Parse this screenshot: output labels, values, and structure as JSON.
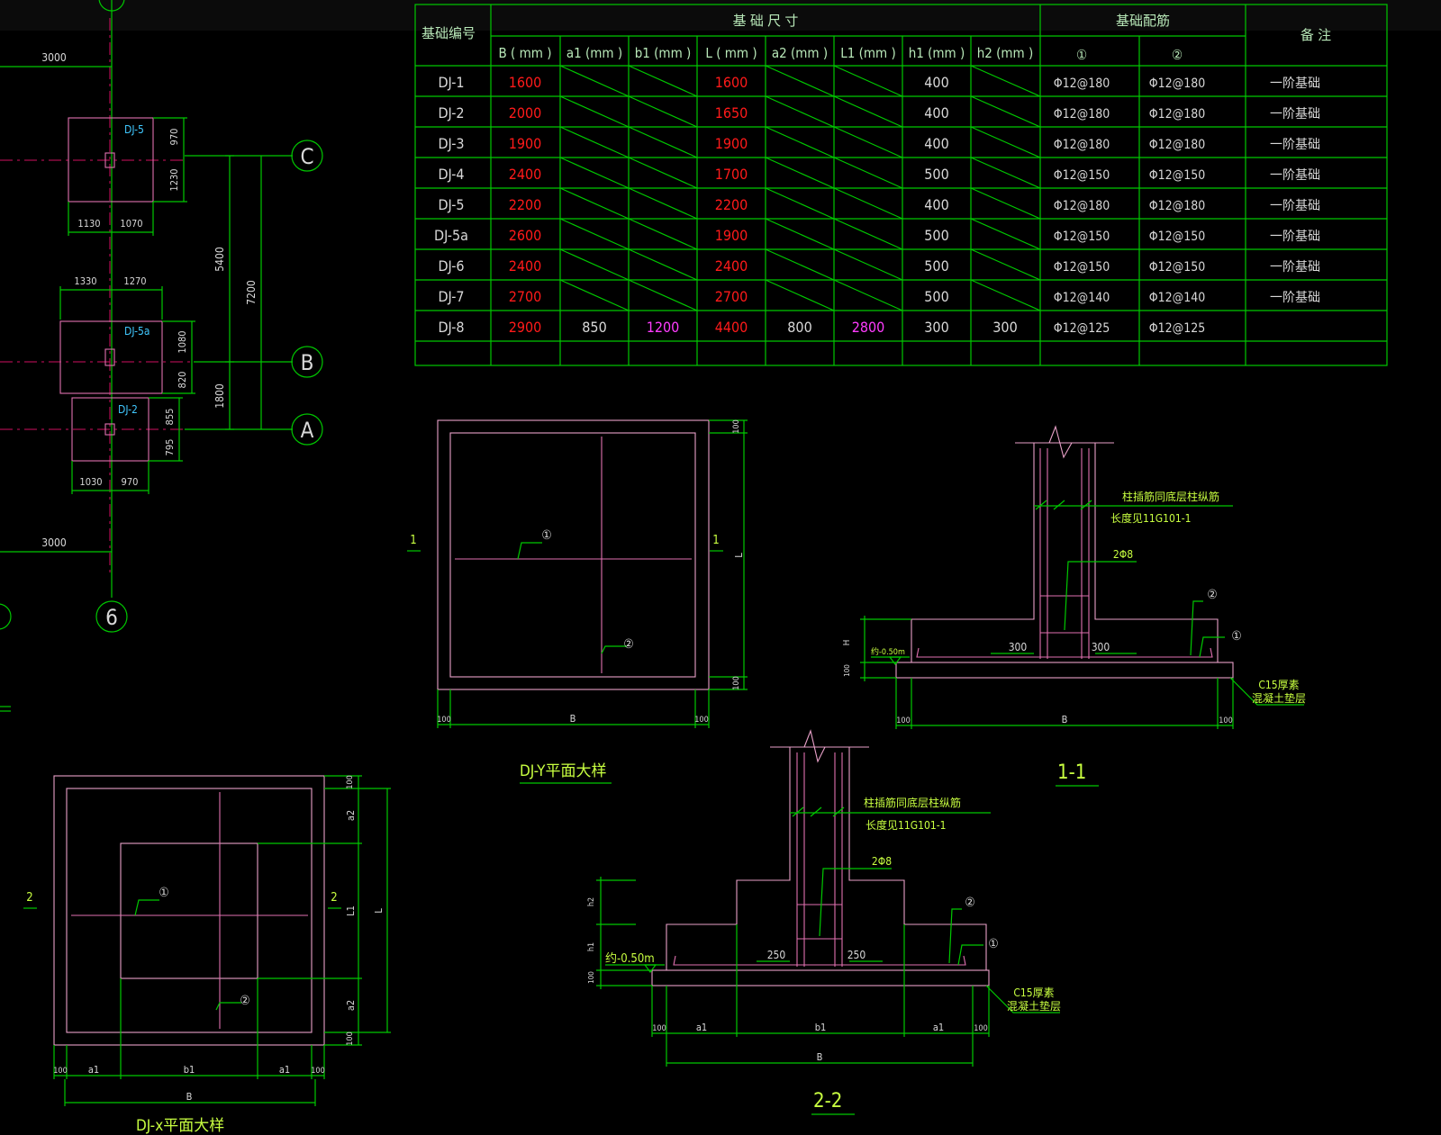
{
  "table": {
    "header_id": "基础编号",
    "header_size": "基 础 尺 寸",
    "header_rebar": "基础配筋",
    "header_note": "备 注",
    "columns": [
      "B ( mm )",
      "a1 (mm )",
      "b1 (mm )",
      "L ( mm )",
      "a2 (mm )",
      "L1 (mm )",
      "h1 (mm )",
      "h2 (mm )",
      "①",
      "②"
    ],
    "rows": [
      {
        "id": "DJ-1",
        "B": "1600",
        "a1": "",
        "b1": "",
        "L": "1600",
        "a2": "",
        "L1": "",
        "h1": "400",
        "h2": "",
        "r1": "Φ12@180",
        "r2": "Φ12@180",
        "note": "一阶基础"
      },
      {
        "id": "DJ-2",
        "B": "2000",
        "a1": "",
        "b1": "",
        "L": "1650",
        "a2": "",
        "L1": "",
        "h1": "400",
        "h2": "",
        "r1": "Φ12@180",
        "r2": "Φ12@180",
        "note": "一阶基础"
      },
      {
        "id": "DJ-3",
        "B": "1900",
        "a1": "",
        "b1": "",
        "L": "1900",
        "a2": "",
        "L1": "",
        "h1": "400",
        "h2": "",
        "r1": "Φ12@180",
        "r2": "Φ12@180",
        "note": "一阶基础"
      },
      {
        "id": "DJ-4",
        "B": "2400",
        "a1": "",
        "b1": "",
        "L": "1700",
        "a2": "",
        "L1": "",
        "h1": "500",
        "h2": "",
        "r1": "Φ12@150",
        "r2": "Φ12@150",
        "note": "一阶基础"
      },
      {
        "id": "DJ-5",
        "B": "2200",
        "a1": "",
        "b1": "",
        "L": "2200",
        "a2": "",
        "L1": "",
        "h1": "400",
        "h2": "",
        "r1": "Φ12@180",
        "r2": "Φ12@180",
        "note": "一阶基础"
      },
      {
        "id": "DJ-5a",
        "B": "2600",
        "a1": "",
        "b1": "",
        "L": "1900",
        "a2": "",
        "L1": "",
        "h1": "500",
        "h2": "",
        "r1": "Φ12@150",
        "r2": "Φ12@150",
        "note": "一阶基础"
      },
      {
        "id": "DJ-6",
        "B": "2400",
        "a1": "",
        "b1": "",
        "L": "2400",
        "a2": "",
        "L1": "",
        "h1": "500",
        "h2": "",
        "r1": "Φ12@150",
        "r2": "Φ12@150",
        "note": "一阶基础"
      },
      {
        "id": "DJ-7",
        "B": "2700",
        "a1": "",
        "b1": "",
        "L": "2700",
        "a2": "",
        "L1": "",
        "h1": "500",
        "h2": "",
        "r1": "Φ12@140",
        "r2": "Φ12@140",
        "note": "一阶基础"
      },
      {
        "id": "DJ-8",
        "B": "2900",
        "a1": "850",
        "b1": "1200",
        "L": "4400",
        "a2": "800",
        "L1": "2800",
        "h1": "300",
        "h2": "300",
        "r1": "Φ12@125",
        "r2": "Φ12@125",
        "note": ""
      }
    ]
  },
  "plan": {
    "axes": {
      "c": "C",
      "b": "B",
      "a": "A",
      "six": "6"
    },
    "dims": {
      "top_span": "3000",
      "bottom_span": "3000",
      "span_cb": "5400",
      "span_ca": "7200",
      "span_ba": "1800",
      "dj5_w1": "1130",
      "dj5_w2": "1070",
      "dj5_h1": "970",
      "dj5_h2": "1230",
      "dj5a_w1": "1330",
      "dj5a_w2": "1270",
      "dj5a_h1": "1080",
      "dj5a_h2": "820",
      "dj2_w1": "1030",
      "dj2_w2": "970",
      "dj2_h1": "855",
      "dj2_h2": "795"
    },
    "labels": {
      "dj5": "DJ-5",
      "dj5a": "DJ-5a",
      "dj2": "DJ-2"
    }
  },
  "djy": {
    "title": "DJ-Y平面大样",
    "cut": "1",
    "edge": "100",
    "b": "B",
    "l": "L",
    "m1": "①",
    "m2": "②"
  },
  "djx": {
    "title": "DJ-x平面大样",
    "cut": "2",
    "edge": "100",
    "a1": "a1",
    "b1": "b1",
    "a2": "a2",
    "l1": "L1",
    "b": "B",
    "l": "L",
    "m1": "①",
    "m2": "②"
  },
  "sec1": {
    "title": "1-1",
    "note1": "柱插筋同底层柱纵筋",
    "note2": "长度见11G101-1",
    "stirrup": "2Φ8",
    "m1": "①",
    "m2": "②",
    "dim_left": "300",
    "dim_right": "300",
    "elev": "约-0.50m",
    "h": "H",
    "pad": "100",
    "c15a": "C15厚素",
    "c15b": "混凝土垫层",
    "edge": "100",
    "b": "B"
  },
  "sec2": {
    "title": "2-2",
    "note1": "柱插筋同底层柱纵筋",
    "note2": "长度见11G101-1",
    "stirrup": "2Φ8",
    "m1": "①",
    "m2": "②",
    "dim_left": "250",
    "dim_right": "250",
    "elev": "约-0.50m",
    "h1": "h1",
    "h2": "h2",
    "pad": "100",
    "c15a": "C15厚素",
    "c15b": "混凝土垫层",
    "edge": "100",
    "a1": "a1",
    "b1": "b1",
    "a1r": "a1",
    "b": "B"
  }
}
